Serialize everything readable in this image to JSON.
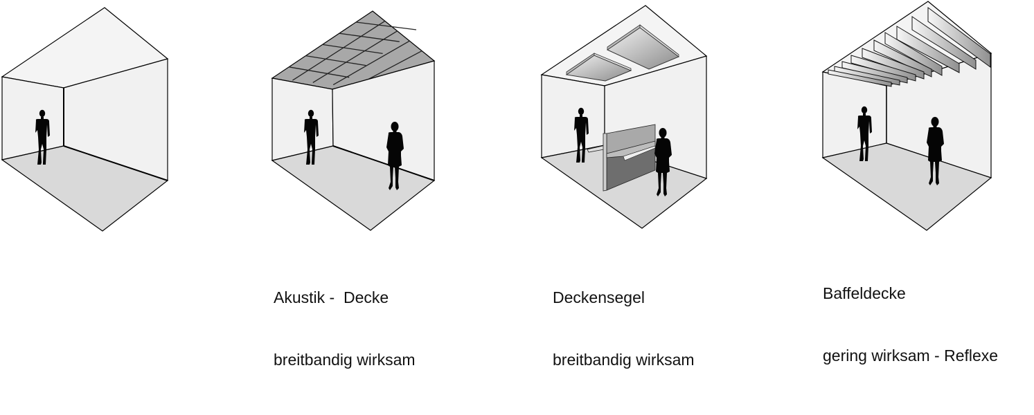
{
  "colors": {
    "background": "#ffffff",
    "wall": "#f1f1f1",
    "ceiling_plain": "#f4f4f4",
    "floor": "#d9d9d9",
    "tile_ceiling": "#a8a8a8",
    "line": "#000000",
    "silhouette": "#050505"
  },
  "panels": [
    {
      "id": "empty-room",
      "ceiling_type": "plain",
      "persons": 1,
      "caption": {
        "line1": "",
        "line2": ""
      }
    },
    {
      "id": "acoustic-ceiling",
      "ceiling_type": "tiled-grid",
      "persons": 2,
      "caption": {
        "line1": "Akustik -  Decke",
        "line2": "breitbandig wirksam"
      }
    },
    {
      "id": "ceiling-sails",
      "ceiling_type": "floating-panels",
      "persons": 2,
      "caption": {
        "line1": "Deckensegel",
        "line2": "breitbandig wirksam"
      }
    },
    {
      "id": "baffle-ceiling",
      "ceiling_type": "vertical-baffles",
      "persons": 2,
      "caption": {
        "line1": "Baffeldecke",
        "line2": "gering wirksam - Reflexe"
      }
    }
  ]
}
